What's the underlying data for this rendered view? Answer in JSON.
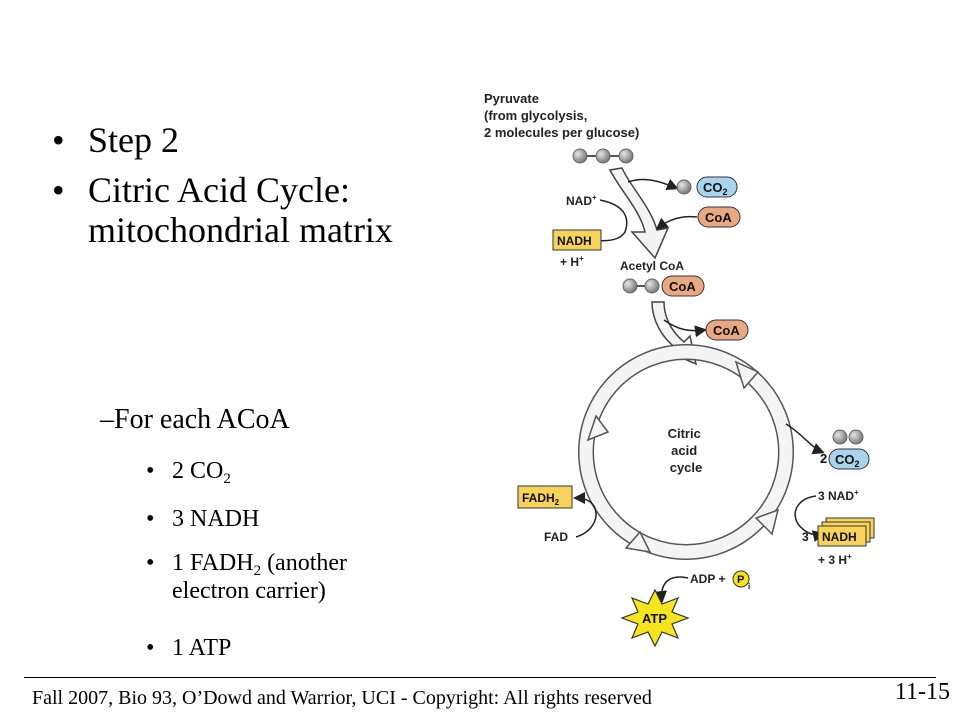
{
  "slide": {
    "bullets": [
      "Step 2",
      "Citric Acid Cycle:",
      "mitochondrial matrix"
    ],
    "sub_heading": "For each ACoA",
    "sub_bullets": [
      {
        "main": " 2 CO",
        "subscript": "2",
        "rest": ""
      },
      {
        "main": " 3 NADH",
        "subscript": "",
        "rest": ""
      },
      {
        "main": " 1 FADH",
        "subscript": "2",
        "rest": " (another",
        "cont": "electron carrier)"
      },
      {
        "main": "1 ATP",
        "subscript": "",
        "rest": ""
      }
    ],
    "footer": "Fall 2007, Bio 93, O’Dowd and Warrior, UCI - Copyright: All rights reserved",
    "slide_number": "11-15"
  },
  "diagram": {
    "pyruvate_lines": [
      "Pyruvate",
      "(from glycolysis,",
      "2 molecules per glucose)"
    ],
    "co2": "CO",
    "co2_sub": "2",
    "coa": "CoA",
    "nad_plus": "NAD",
    "nadh": "NADH",
    "h_plus": "+ H",
    "acetyl_coa": "Acetyl CoA",
    "cycle_lines": [
      "Citric",
      "acid",
      "cycle"
    ],
    "two_prefix": "2",
    "three_nad": "3 NAD",
    "three_prefix": "3",
    "three_h": "+ 3 H",
    "fadh2": "FADH",
    "fadh2_sub": "2",
    "fad": "FAD",
    "adp_p": "ADP +",
    "p_letter": "P",
    "p_sub": "i",
    "atp": "ATP",
    "colors": {
      "co2_fill": "#a9d4ee",
      "coa_fill": "#e9a884",
      "nadh_fill": "#f7d35c",
      "atp_fill": "#f5e51c",
      "arrow_fill": "#f4f4f4",
      "molecule": "#8e8e8e"
    }
  }
}
